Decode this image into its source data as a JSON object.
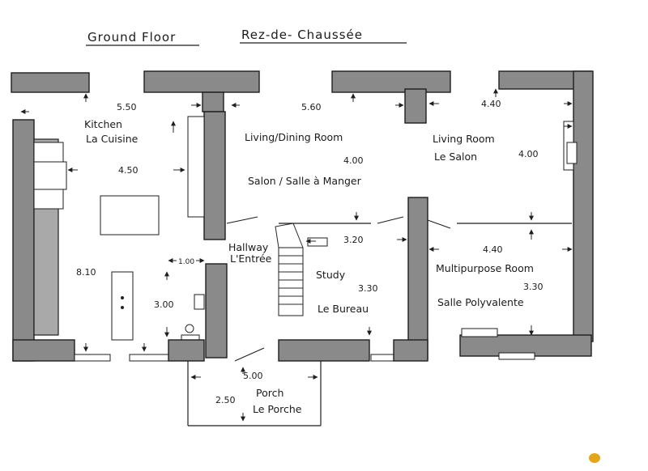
{
  "titles": {
    "english": "Ground Floor",
    "french": "Rez-de- Chaussée"
  },
  "rooms": {
    "kitchen": {
      "en": "Kitchen",
      "fr": "La Cuisine",
      "width": "5.50",
      "depth": "4.50",
      "length": "8.10"
    },
    "living_dining": {
      "en": "Living/Dining Room",
      "fr": "Salon / Salle à Manger",
      "width": "5.60",
      "depth": "4.00"
    },
    "living": {
      "en": "Living Room",
      "fr": "Le Salon",
      "width": "4.40",
      "depth": "4.00"
    },
    "hallway": {
      "en": "Hallway",
      "fr": "L'Entrée",
      "width": "1.00",
      "length": "3.00"
    },
    "study": {
      "en": "Study",
      "fr": "Le Bureau",
      "width": "3.20",
      "depth": "3.30"
    },
    "multipurpose": {
      "en": "Multipurpose Room",
      "fr": "Salle Polyvalente",
      "width": "4.40",
      "depth": "3.30"
    },
    "porch": {
      "en": "Porch",
      "fr": "Le Porche",
      "width": "5.00",
      "depth": "2.50"
    }
  }
}
